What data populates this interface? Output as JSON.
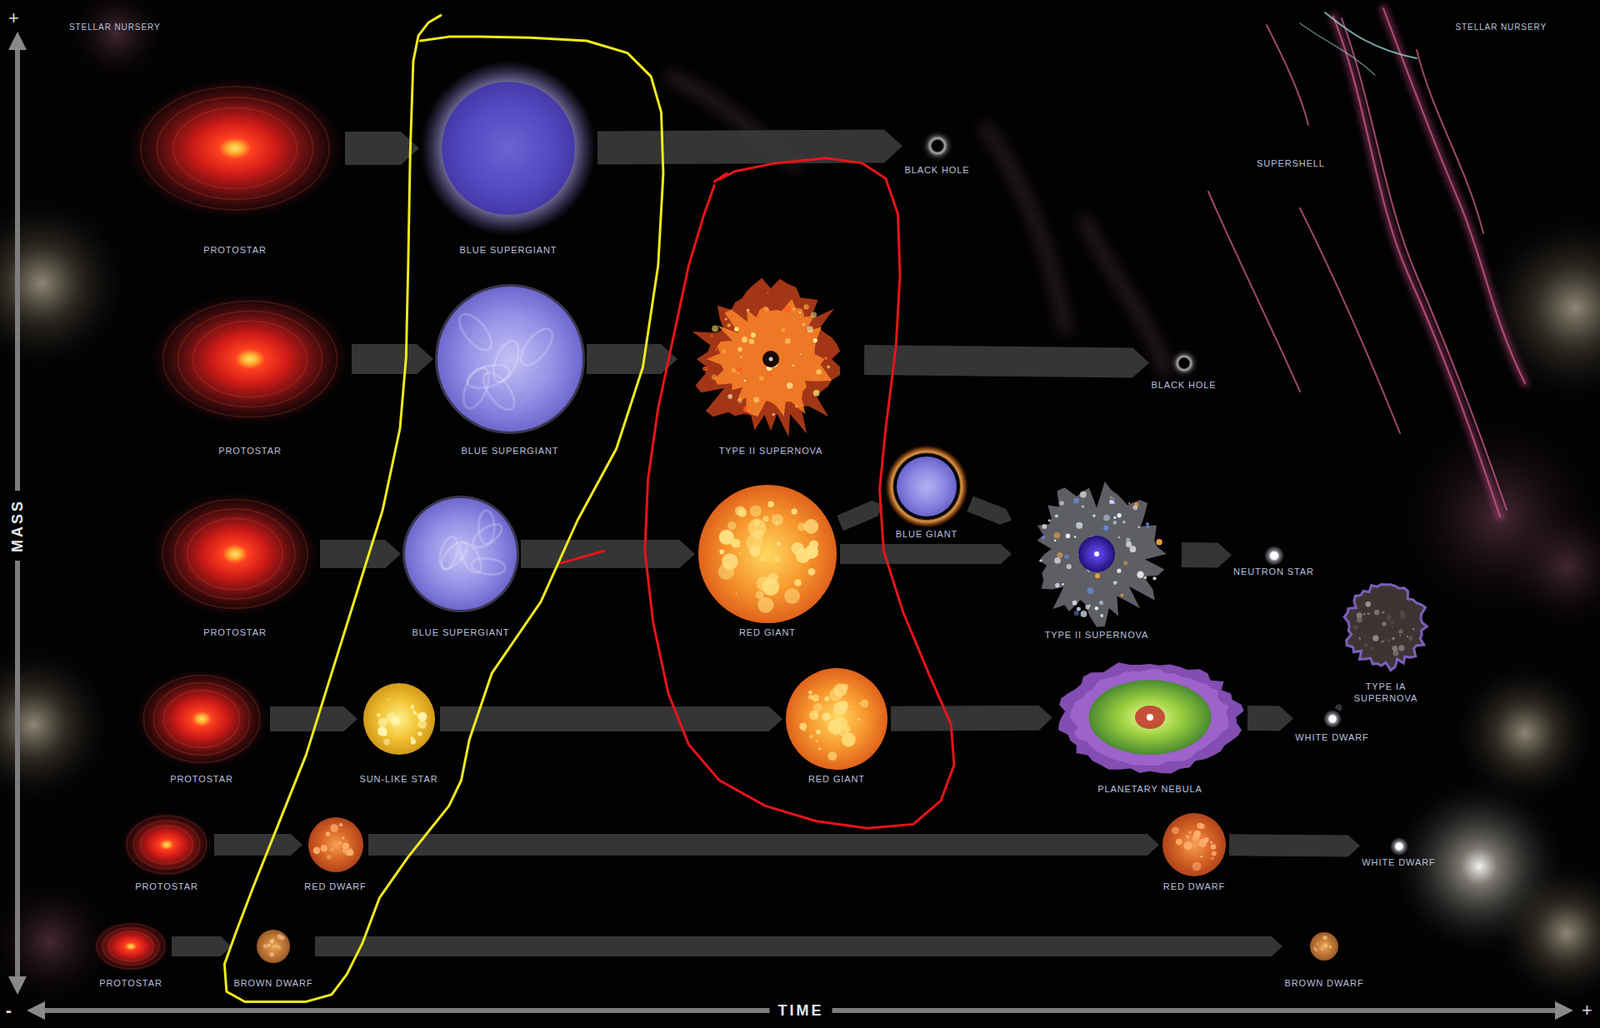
{
  "diagram": {
    "nodes": [
      {
        "text": [
          "PROTOSTAR"
        ]
      },
      {
        "text": [
          "BLUE SUPERGIANT"
        ]
      },
      {
        "text": [
          "BLACK HOLE"
        ]
      },
      {
        "text": [
          "PROTOSTAR"
        ]
      },
      {
        "text": [
          "BLUE SUPERGIANT"
        ]
      },
      {
        "text": [
          "TYPE II SUPERNOVA"
        ]
      },
      {
        "text": [
          "BLACK HOLE"
        ]
      },
      {
        "text": [
          "PROTOSTAR"
        ]
      },
      {
        "text": [
          "BLUE SUPERGIANT"
        ]
      },
      {
        "text": [
          "RED GIANT"
        ]
      },
      {
        "text": [
          "BLUE GIANT"
        ]
      },
      {
        "text": [
          "TYPE II SUPERNOVA"
        ]
      },
      {
        "text": [
          "NEUTRON STAR"
        ]
      },
      {
        "text": [
          "PROTOSTAR"
        ]
      },
      {
        "text": [
          "SUN-LIKE STAR"
        ]
      },
      {
        "text": [
          "RED GIANT"
        ]
      },
      {
        "text": [
          "PLANETARY NEBULA"
        ]
      },
      {
        "text": [
          "WHITE DWARF"
        ]
      },
      {
        "text": [
          "TYPE IA SUPERNOVA"
        ]
      },
      {
        "text": [
          "PROTOSTAR"
        ]
      },
      {
        "text": [
          "RED DWARF"
        ]
      },
      {
        "text": [
          "RED DWARF"
        ]
      },
      {
        "text": [
          "WHITE DWARF"
        ]
      },
      {
        "text": [
          "PROTOSTAR"
        ]
      },
      {
        "text": [
          "BROWN DWARF"
        ]
      },
      {
        "text": [
          "BROWN DWARF"
        ]
      }
    ],
    "edges": [
      {
        "from": 0,
        "to": 1,
        "arrow": "to"
      },
      {
        "from": 1,
        "to": 2,
        "arrow": "to"
      },
      {
        "from": 3,
        "to": 4,
        "arrow": "to"
      },
      {
        "from": 4,
        "to": 5,
        "arrow": "to"
      },
      {
        "from": 5,
        "to": 6,
        "arrow": "to"
      },
      {
        "from": 7,
        "to": 8,
        "arrow": "to"
      },
      {
        "from": 8,
        "to": 9,
        "arrow": "to"
      },
      {
        "from": 9,
        "to": 10,
        "arrow": "to"
      },
      {
        "from": 10,
        "to": 11,
        "arrow": "to"
      },
      {
        "from": 9,
        "to": 11,
        "arrow": "to"
      },
      {
        "from": 11,
        "to": 12,
        "arrow": "to"
      },
      {
        "from": 13,
        "to": 14,
        "arrow": "to"
      },
      {
        "from": 14,
        "to": 15,
        "arrow": "to"
      },
      {
        "from": 15,
        "to": 16,
        "arrow": "to"
      },
      {
        "from": 16,
        "to": 17,
        "arrow": "to"
      },
      {
        "from": 17,
        "to": 18,
        "arrow": "to"
      },
      {
        "from": 19,
        "to": 20,
        "arrow": "to"
      },
      {
        "from": 20,
        "to": 21,
        "arrow": "to"
      },
      {
        "from": 21,
        "to": 22,
        "arrow": "to"
      },
      {
        "from": 23,
        "to": 24,
        "arrow": "to"
      },
      {
        "from": 24,
        "to": 25,
        "arrow": "to"
      }
    ],
    "labels": [
      "STELLAR NURSERY",
      "STELLAR NURSERY",
      "SUPERSHELL",
      "MASS",
      "TIME",
      "+",
      "-",
      "+"
    ]
  }
}
